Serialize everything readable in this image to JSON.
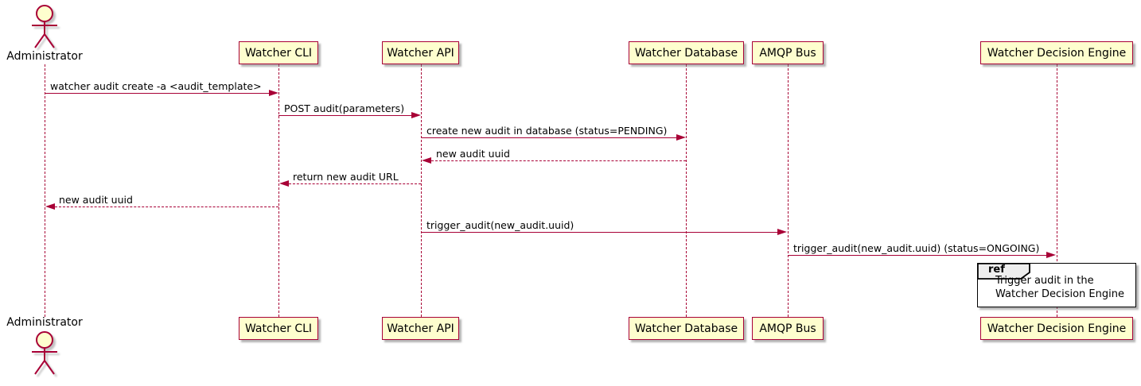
{
  "diagram": {
    "type": "sequence",
    "colors": {
      "participant_fill": "#FEFECE",
      "participant_border": "#A80036",
      "lifeline": "#A80036",
      "arrow": "#A80036",
      "text": "#000000",
      "ref_border": "#000000",
      "ref_tab_fill": "#EEEEEE",
      "background": "#FFFFFF"
    },
    "participants": [
      {
        "name": "Administrator",
        "type": "actor",
        "icon": "actor-icon"
      },
      {
        "name": "Watcher CLI",
        "type": "participant"
      },
      {
        "name": "Watcher API",
        "type": "participant"
      },
      {
        "name": "Watcher Database",
        "type": "participant"
      },
      {
        "name": "AMQP Bus",
        "type": "participant"
      },
      {
        "name": "Watcher Decision Engine",
        "type": "participant"
      }
    ],
    "messages": [
      {
        "from": "Administrator",
        "to": "Watcher CLI",
        "label": "watcher audit create -a <audit_template>",
        "line": "solid",
        "direction": "right"
      },
      {
        "from": "Watcher CLI",
        "to": "Watcher API",
        "label": "POST audit(parameters)",
        "line": "solid",
        "direction": "right"
      },
      {
        "from": "Watcher API",
        "to": "Watcher Database",
        "label": "create new audit in database (status=PENDING)",
        "line": "solid",
        "direction": "right"
      },
      {
        "from": "Watcher Database",
        "to": "Watcher API",
        "label": "new audit uuid",
        "line": "dashed",
        "direction": "left"
      },
      {
        "from": "Watcher API",
        "to": "Watcher CLI",
        "label": "return new audit URL",
        "line": "dashed",
        "direction": "left"
      },
      {
        "from": "Watcher CLI",
        "to": "Administrator",
        "label": "new audit uuid",
        "line": "dashed",
        "direction": "left"
      },
      {
        "from": "Watcher API",
        "to": "AMQP Bus",
        "label": "trigger_audit(new_audit.uuid)",
        "line": "solid",
        "direction": "right"
      },
      {
        "from": "AMQP Bus",
        "to": "Watcher Decision Engine",
        "label": "trigger_audit(new_audit.uuid) (status=ONGOING)",
        "line": "solid",
        "direction": "right"
      }
    ],
    "ref": {
      "keyword": "ref",
      "lines": [
        "Trigger audit in the",
        "Watcher Decision Engine"
      ]
    }
  }
}
